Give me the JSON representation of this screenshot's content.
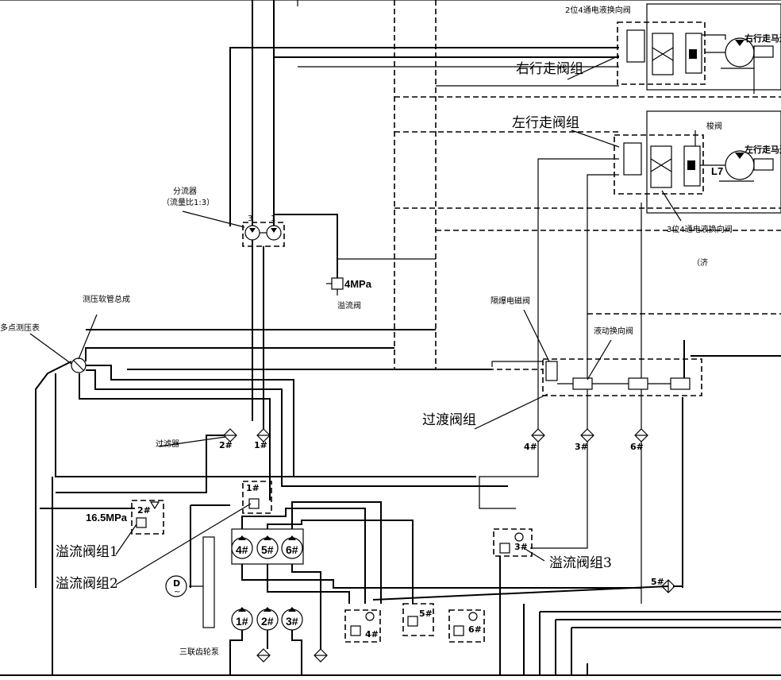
{
  "labels": {
    "valve_2pos4way": "2位4通电液换向阀",
    "right_travel_group": "右行走阀组",
    "right_travel_motor": "右行走马达",
    "left_travel_group": "左行走阀组",
    "shuttle_valve": "梭阀",
    "left_motor_tag": "L7",
    "left_travel_motor": "左行走马达",
    "valve_3pos4way": "3位4通电液换向阀",
    "note_partial": "（济",
    "flow_divider": "分流器",
    "flow_ratio": "（流量比1:3）",
    "divider_port_3": "3",
    "divider_port_1": "1",
    "relief_pressure": "4MPa",
    "relief_valve": "溢流阀",
    "gauge_hose": "测压软管总成",
    "multi_gauge": "多点测压表",
    "isolation_solenoid": "隔爆电磁阀",
    "hydraulic_valve": "液动换向阀",
    "transition_group": "过渡阀组",
    "filter": "过滤器",
    "filter_2": "2#",
    "filter_1": "1#",
    "filter_4": "4#",
    "filter_3": "3#",
    "filter_6": "6#",
    "filter_5": "5#",
    "pressure_16": "16.5MPa",
    "relief_group_1": "溢流阀组1",
    "relief_group_2": "溢流阀组2",
    "relief_group_3": "溢流阀组3",
    "relief_tag_2": "2#",
    "relief_tag_1": "1#",
    "relief_tag_3": "3#",
    "relief_tag_4": "4#",
    "relief_tag_5": "5#",
    "relief_tag_6": "6#",
    "pump_4": "4#",
    "pump_5": "5#",
    "pump_6": "6#",
    "pump_1": "1#",
    "pump_2": "2#",
    "pump_3": "3#",
    "motor_d": "D",
    "motor_tilde": "~",
    "triple_pump": "三联齿轮泵"
  }
}
